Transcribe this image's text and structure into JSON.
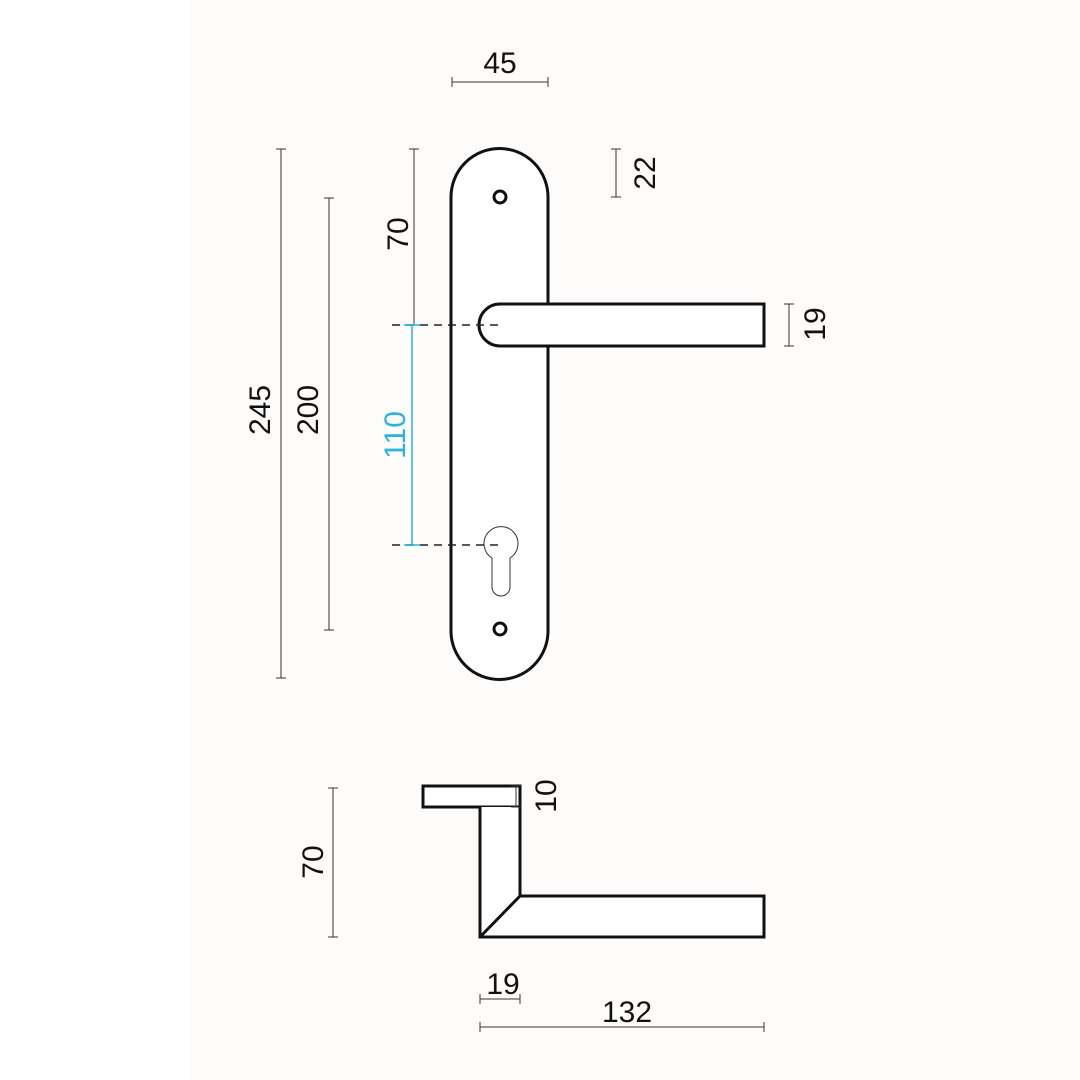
{
  "colors": {
    "line": "#111111",
    "highlight": "#29b4e0"
  },
  "front_view": {
    "plate_width": "45",
    "screw_offset": "22",
    "top_to_lever": "70",
    "lever_to_cylinder": "110",
    "lever_height": "19",
    "plate_height": "245",
    "screw_spacing": "200"
  },
  "side_view": {
    "rose_thickness": "10",
    "projection": "70",
    "lever_diameter": "19",
    "lever_length": "132"
  }
}
